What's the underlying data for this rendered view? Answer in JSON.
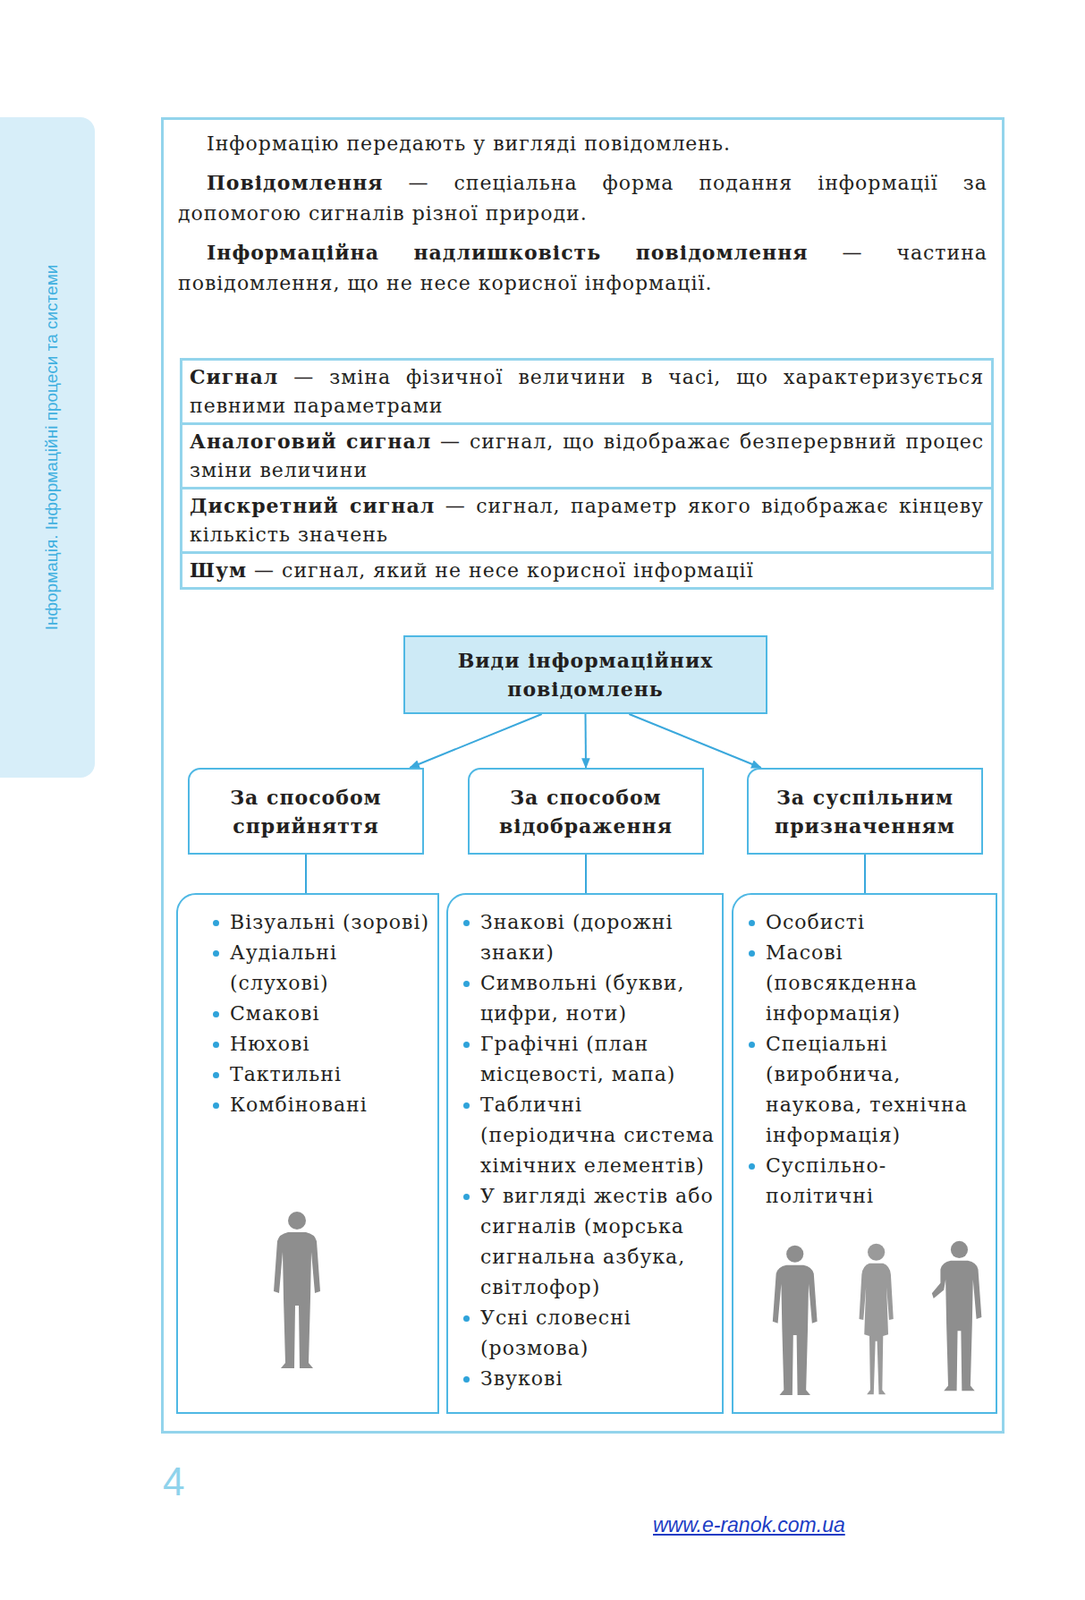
{
  "diagram": {
    "nodes": [
      {
        "text": [
          "Інформацію передають у вигляді повідомлень.",
          "Повідомлення",
          "— спеціальна форма подання інформації за допомогою сигналів різної природи.",
          "Інформаційна надлишковість повідомлення",
          "— частина повідомлення, що не несе корисної інформації."
        ]
      },
      {
        "text": [
          "Сигнал",
          "— зміна фізичної величини в часі, що характеризується певними параметрами"
        ],
        "in": 0
      },
      {
        "text": [
          "Аналоговий сигнал",
          "— сигнал, що відображає безперервний процес зміни величини"
        ],
        "in": 0
      },
      {
        "text": [
          "Дискретний сигнал",
          "— сигнал, параметр якого відображає кінцеву кількість значень"
        ],
        "in": 0
      },
      {
        "text": [
          "Шум",
          "— сигнал, який не несе корисної інформації"
        ],
        "in": 0
      },
      {
        "text": [
          "Види інформаційних повідомлень"
        ],
        "in": 0
      },
      {
        "text": [
          "За способом сприйняття"
        ],
        "in": 0
      },
      {
        "text": [
          "За способом відображення"
        ],
        "in": 0
      },
      {
        "text": [
          "За суспільним призначенням"
        ],
        "in": 0
      },
      {
        "text": [
          "Візуальні (зорові)",
          "Аудіальні (слухові)",
          "Смакові",
          "Нюхові",
          "Тактильні",
          "Комбіновані"
        ],
        "in": 0
      },
      {
        "text": [
          "Знакові (дорожні знаки)",
          "Символьні (букви, цифри, ноти)",
          "Графічні (план місцевості, мапа)",
          "Табличні (періодична система хімічних елементів)",
          "У вигляді жестів або сигналів (морська сигнальна азбука, світлофор)",
          "Усні словесні (розмова)",
          "Звукові"
        ],
        "in": 0
      },
      {
        "text": [
          "Особисті",
          "Масові (повсякденна інформація)",
          "Спеціальні (виробнича, наукова, технічна інформація)",
          "Суспільно-політичні"
        ],
        "in": 0
      }
    ],
    "edges": [
      {
        "from": 5,
        "to": 6,
        "arrow": "to"
      },
      {
        "from": 5,
        "to": 7,
        "arrow": "to"
      },
      {
        "from": 5,
        "to": 8,
        "arrow": "to"
      },
      {
        "from": 6,
        "to": 9,
        "arrow": "none"
      },
      {
        "from": 7,
        "to": 10,
        "arrow": "none"
      },
      {
        "from": 8,
        "to": 11,
        "arrow": "none"
      }
    ],
    "labels": [
      "Інформація. Інформаційні процеси та системи",
      "4",
      "www.e-ranok.com.ua"
    ]
  }
}
